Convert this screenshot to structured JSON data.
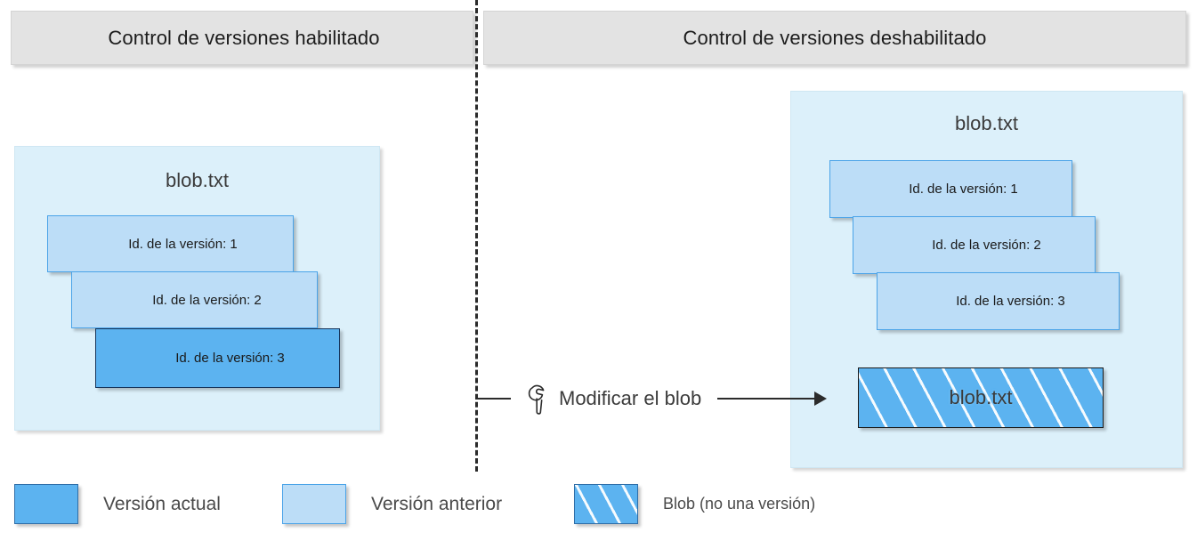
{
  "headers": {
    "left": "Control de versiones habilitado",
    "right": "Control de versiones deshabilitado"
  },
  "left_panel": {
    "title": "blob.txt",
    "versions": [
      {
        "label": "Id. de la versión: 1",
        "state": "previous"
      },
      {
        "label": "Id. de la versión: 2",
        "state": "previous"
      },
      {
        "label": "Id. de la versión: 3",
        "state": "current"
      }
    ]
  },
  "right_panel": {
    "title": "blob.txt",
    "versions": [
      {
        "label": "Id. de la versión: 1",
        "state": "previous"
      },
      {
        "label": "Id. de la versión: 2",
        "state": "previous"
      },
      {
        "label": "Id. de la versión: 3",
        "state": "previous"
      }
    ],
    "modified_blob": "blob.txt"
  },
  "modify_action": {
    "label": "Modificar el blob",
    "icon": "wrench-icon"
  },
  "legend": [
    {
      "label": "Versión actual",
      "swatch": "current"
    },
    {
      "label": "Versión anterior",
      "swatch": "previous"
    },
    {
      "label": "Blob (no una versión)",
      "swatch": "hatched"
    }
  ],
  "colors": {
    "header_bar": "#e3e3e3",
    "panel_background": "#dcf0fa",
    "version_previous": "#bcddf7",
    "version_current": "#5cb3f0",
    "blob_hatch": "#5cb3f0",
    "divider": "#2b2b2b",
    "text": "#3b3b3b"
  }
}
